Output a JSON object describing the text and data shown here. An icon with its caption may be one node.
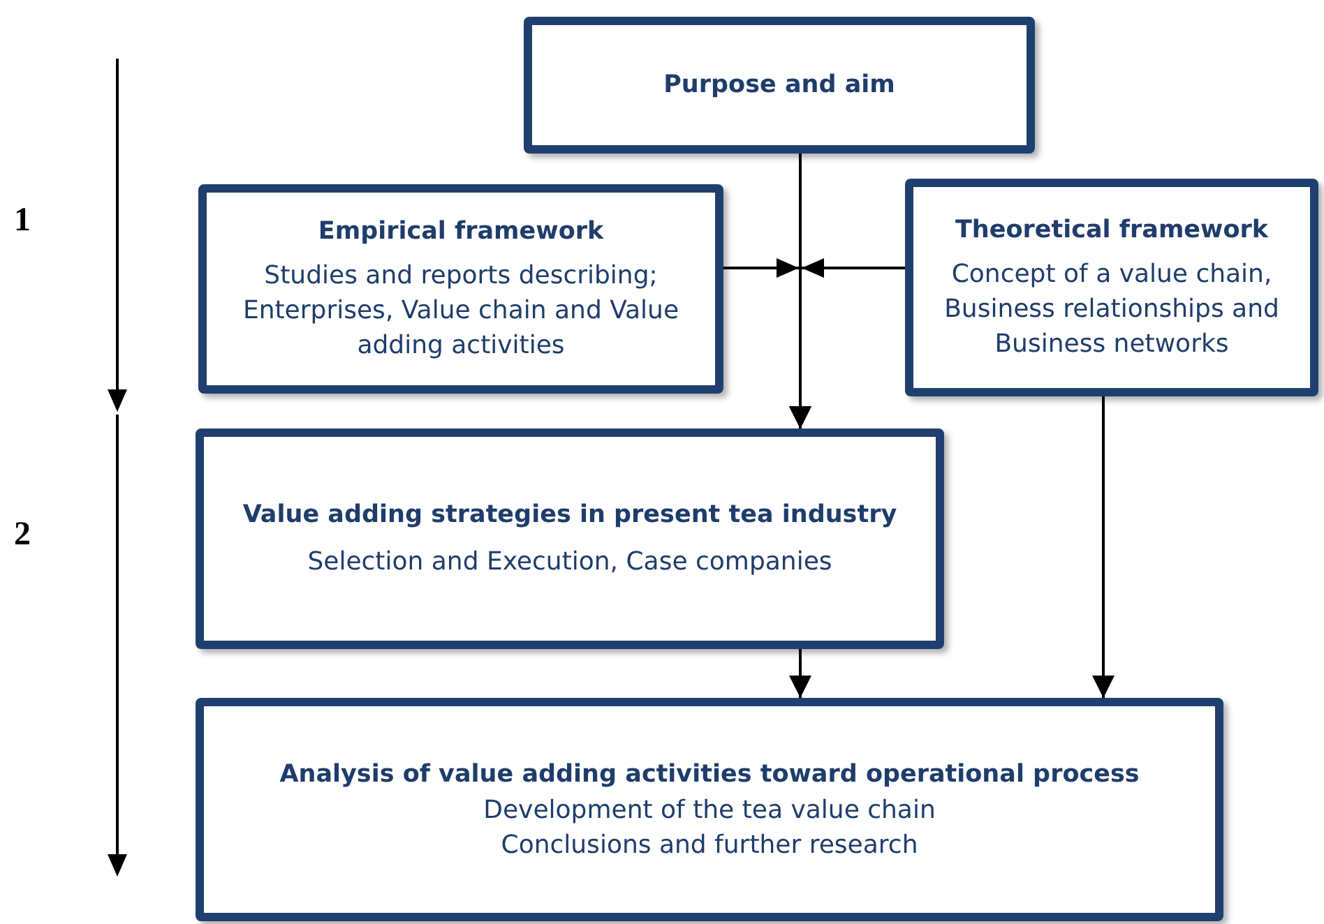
{
  "diagram": {
    "nodes": [
      {
        "text": [
          "Purpose and aim"
        ]
      },
      {
        "text": [
          "Empirical framework",
          "Studies and reports describing; Enterprises, Value chain and Value adding activities"
        ]
      },
      {
        "text": [
          "Theoretical framework",
          "Concept of a value chain, Business relationships and Business networks"
        ]
      },
      {
        "text": [
          "Value adding strategies in present tea industry",
          "Selection and Execution, Case companies"
        ]
      },
      {
        "text": [
          "Analysis of value adding activities toward operational process",
          "Development of the tea value chain",
          "Conclusions and further research"
        ]
      }
    ],
    "edges": [
      {
        "from": 0,
        "to": 3,
        "arrow": "to"
      },
      {
        "from": 1,
        "to": 3,
        "arrow": "to"
      },
      {
        "from": 2,
        "to": 3,
        "arrow": "to"
      },
      {
        "from": 2,
        "to": 4,
        "arrow": "to"
      },
      {
        "from": 3,
        "to": 4,
        "arrow": "to"
      }
    ],
    "labels": [
      "1",
      "2"
    ]
  }
}
